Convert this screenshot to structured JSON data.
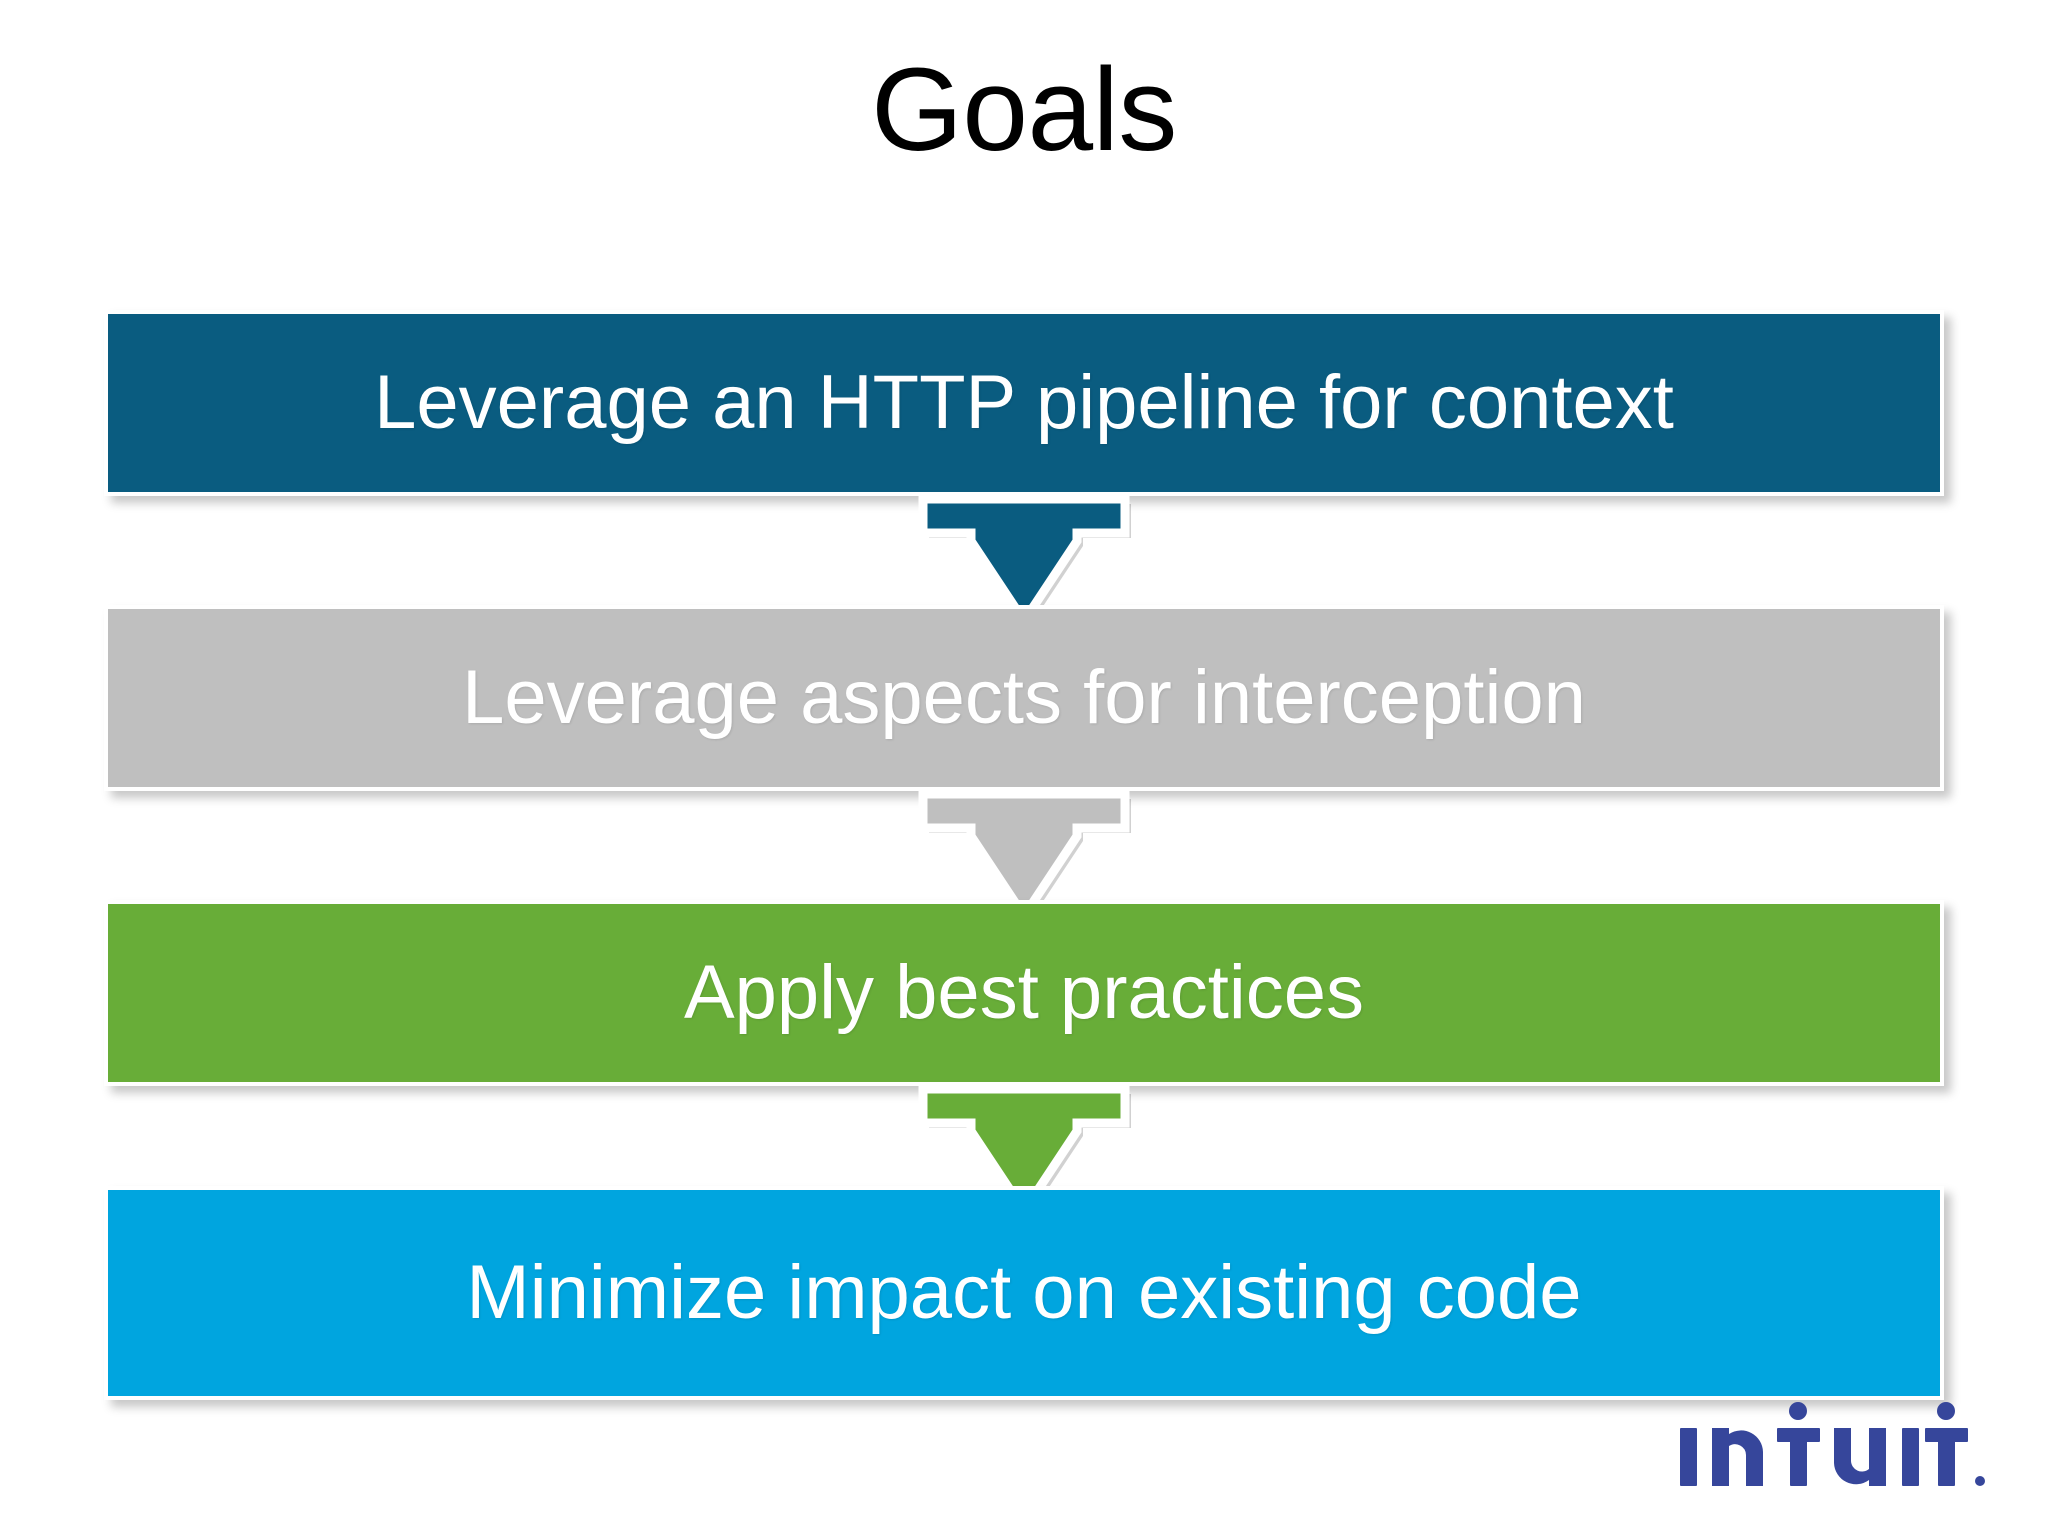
{
  "slide": {
    "title": "Goals",
    "background_color": "#FFFFFF",
    "title_color": "#000000"
  },
  "funnel": {
    "type": "vertical-chevron-process",
    "stages": [
      {
        "label": "Leverage an HTTP pipeline for context",
        "fill_color": "#0A5C80",
        "text_color": "#FFFFFF",
        "order": 1
      },
      {
        "label": "Leverage aspects for interception",
        "fill_color": "#BFBFBF",
        "text_color": "#FFFFFF",
        "order": 2
      },
      {
        "label": "Apply best practices",
        "fill_color": "#68AD38",
        "text_color": "#FFFFFF",
        "order": 3
      },
      {
        "label": "Minimize impact on existing code",
        "fill_color": "#00A5DF",
        "text_color": "#FFFFFF",
        "order": 4
      }
    ],
    "connector_icon": "down-arrow-icon",
    "connector_outline_color": "#FFFFFF"
  },
  "branding": {
    "logo_name": "intuit-logo",
    "logo_text": "intuit",
    "logo_color": "#36469B",
    "trademark": "."
  }
}
